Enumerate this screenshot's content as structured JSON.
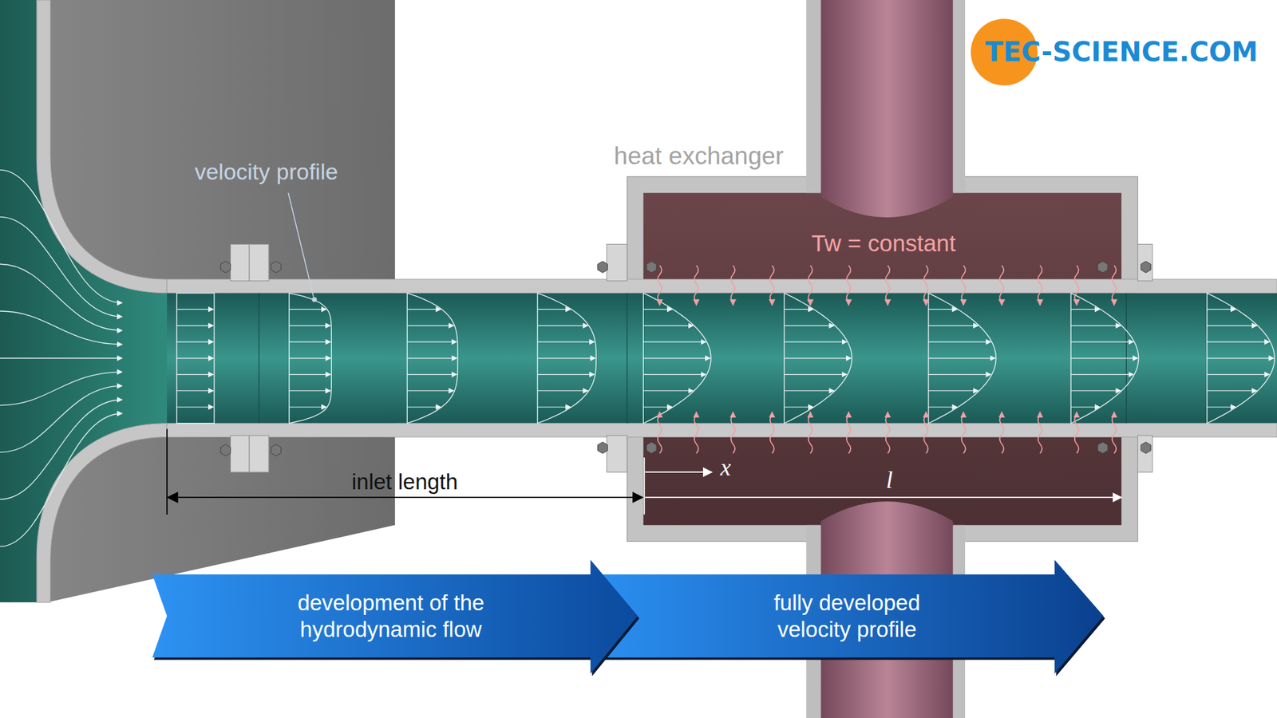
{
  "diagram": {
    "nodes": [
      {
        "text": [
          "heat exchanger",
          "Tw = constant"
        ]
      },
      {
        "text": [
          "development of the hydrodynamic flow"
        ]
      },
      {
        "text": [
          "fully developed velocity profile"
        ]
      }
    ],
    "labels": [
      "TEC-SCIENCE.COM",
      "velocity profile",
      "inlet length",
      "x",
      "l"
    ]
  }
}
